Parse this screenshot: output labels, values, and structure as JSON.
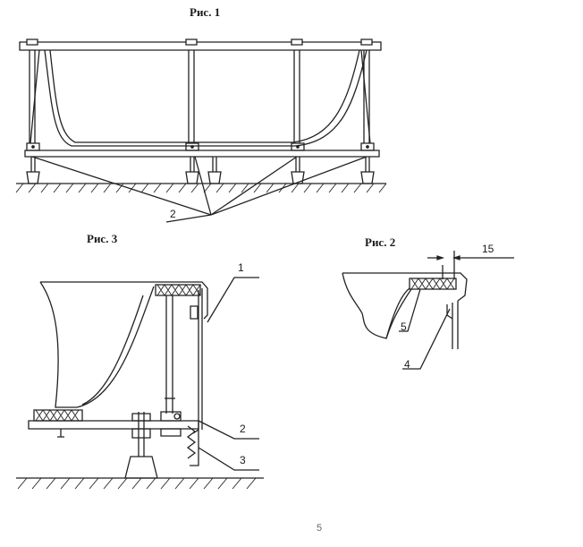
{
  "figures": {
    "fig1": {
      "title": "Рис. 1",
      "callouts": [
        "2"
      ]
    },
    "fig2": {
      "title": "Рис. 2",
      "callouts": [
        "15",
        "5",
        "4"
      ]
    },
    "fig3": {
      "title": "Рис. 3",
      "callouts": [
        "1",
        "2",
        "3"
      ]
    }
  },
  "page_mark": "5"
}
